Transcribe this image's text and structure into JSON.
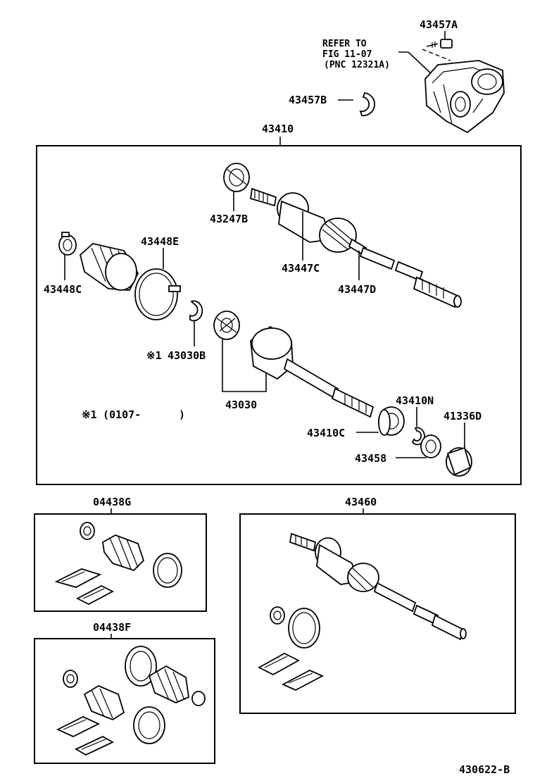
{
  "labels": {
    "p43457A": "43457A",
    "p43457B": "43457B",
    "p43410": "43410",
    "p43247B": "43247B",
    "p43448E": "43448E",
    "p43448C": "43448C",
    "p43447C": "43447C",
    "p43447D": "43447D",
    "p43030B": "43030B",
    "p43030": "43030",
    "p43410N": "43410N",
    "p41336D": "41336D",
    "p43410C": "43410C",
    "p43458": "43458",
    "p04438G": "04438G",
    "p43460": "43460",
    "p04438F": "04438F",
    "diagram_id": "430622-B"
  },
  "refer": {
    "line1": "REFER TO",
    "line2": "FIG 11-07",
    "line3": "(PNC 12321A)"
  },
  "footnote": {
    "marker": "※1",
    "range": "(0107-",
    "close": ")",
    "ref_marker": "※1"
  }
}
